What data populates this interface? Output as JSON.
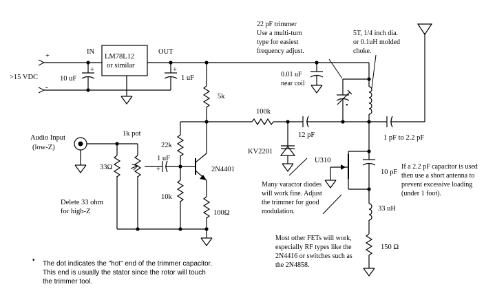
{
  "power": {
    "plus_sign": "+",
    "minus_sign": "-",
    "supply_label": ">15 VDC",
    "in_label": "IN",
    "out_label": "OUT",
    "regulator_line1": "LM78L12",
    "regulator_line2": "or similar",
    "cap_in_value": "10 uF",
    "cap_out_value": "1 uF",
    "polarity_plus": "+"
  },
  "audio": {
    "input_line1": "Audio Input",
    "input_line2": "(low-Z)",
    "pot_label": "1k pot",
    "resistor_33": "33Ω",
    "note_line1": "Delete 33 ohm",
    "note_line2": "for high-Z",
    "coupling_cap": "1 uF",
    "coupling_plus": "+"
  },
  "bias": {
    "r_5k": "5k",
    "r_22k": "22k",
    "r_10k": "10k",
    "r_100": "100Ω",
    "transistor": "2N4401"
  },
  "modulator": {
    "r_100k": "100k",
    "cap_12pf": "12 pF",
    "varactor": "KV2201",
    "note": [
      "Many varactor diodes",
      "will work fine. Adjust",
      "the trimmer for good",
      "modulation."
    ]
  },
  "tank": {
    "trimmer_note": [
      "22 pF trimmer",
      "Use a multi-turn",
      "type for easiest",
      "frequency adjust."
    ],
    "bypass_note": [
      "0.01 uF",
      "near coil"
    ],
    "coil_note": [
      "5T, 1/4 inch dia.",
      "or 0.1uH molded",
      "choke."
    ],
    "hot_dot": "•"
  },
  "fet": {
    "type": "U310",
    "cap_10pf": "10 pF",
    "choke": "33 uH",
    "r_150": "150 Ω",
    "note": [
      "Most other FETs will work,",
      "especially RF types like the",
      "2N4416 or switches such as",
      "the 2N4858."
    ]
  },
  "antenna": {
    "cap_label": "1 pF to 2.2 pF",
    "note": [
      "If a  2.2 pF capacitor is used",
      "then use a short antenna to",
      "prevent excessive loading",
      "(under 1 foot)."
    ]
  },
  "footnote": {
    "bullet": "•",
    "lines": [
      "The dot indicates the \"hot\" end of the trimmer capacitor.",
      "This end is usually the stator since the rotor will touch",
      "the trimmer tool."
    ]
  }
}
